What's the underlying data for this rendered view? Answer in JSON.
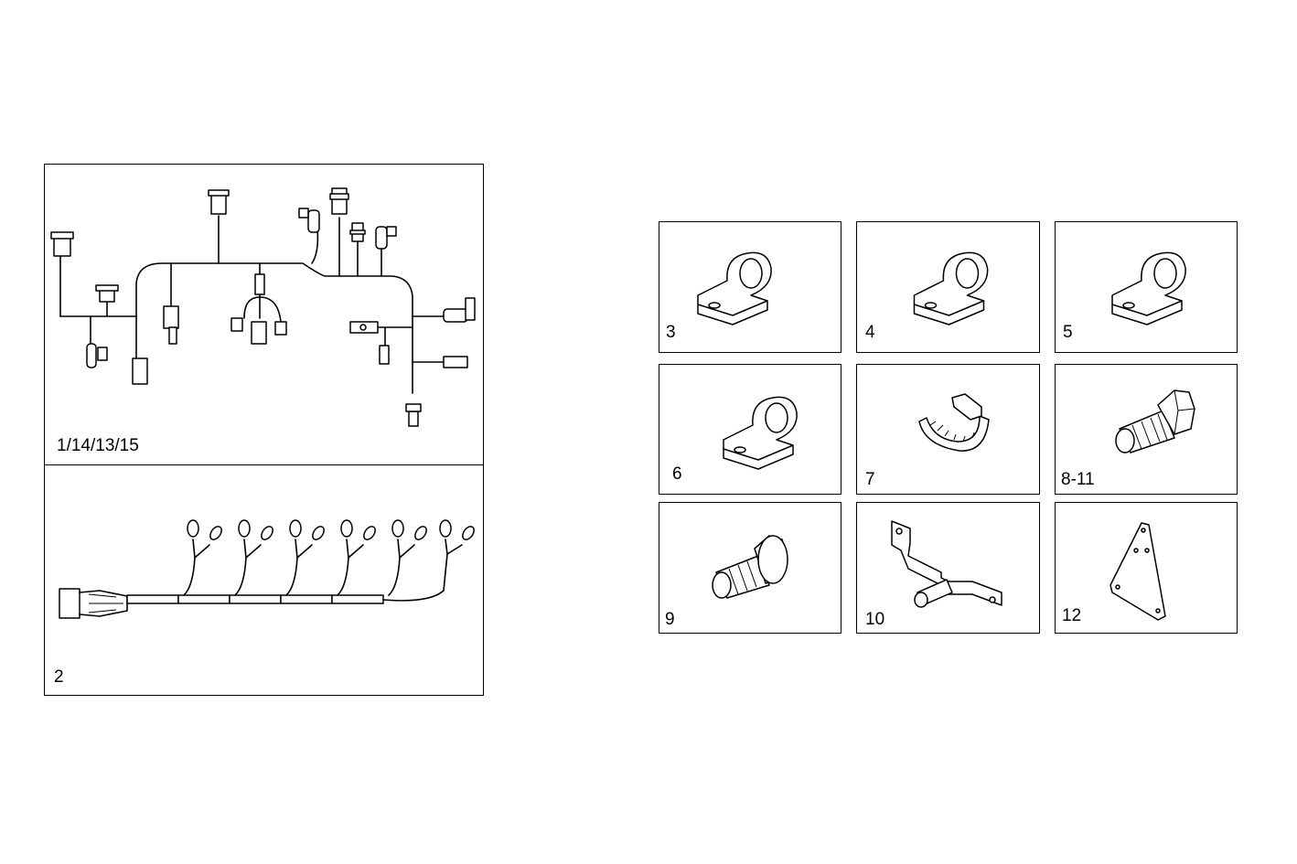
{
  "harness_group": {
    "upper_label": "1/14/13/15",
    "lower_label": "2"
  },
  "parts": [
    {
      "label": "3",
      "icon": "p-clamp-icon"
    },
    {
      "label": "4",
      "icon": "p-clamp-icon"
    },
    {
      "label": "5",
      "icon": "p-clamp-icon"
    },
    {
      "label": "6",
      "icon": "p-clamp-icon"
    },
    {
      "label": "7",
      "icon": "cable-tie-icon"
    },
    {
      "label": "8-11",
      "icon": "hex-bolt-icon"
    },
    {
      "label": "9",
      "icon": "flange-bolt-icon"
    },
    {
      "label": "10",
      "icon": "bracket-icon"
    },
    {
      "label": "12",
      "icon": "plate-icon"
    }
  ]
}
